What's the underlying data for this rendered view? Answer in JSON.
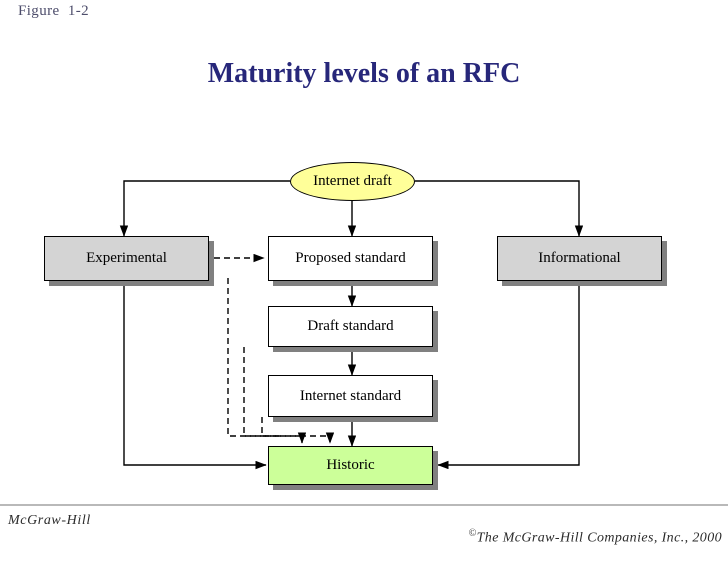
{
  "slide": {
    "figure_label": "Figure  1-2",
    "title": "Maturity levels of an RFC",
    "footer_left": "McGraw-Hill",
    "footer_copyright_symbol": "©",
    "footer_right": "The McGraw-Hill Companies, Inc., 2000"
  },
  "diagram": {
    "type": "flowchart",
    "nodes": [
      {
        "id": "internet-draft",
        "label": "Internet draft",
        "shape": "ellipse",
        "fill": "#ffff99"
      },
      {
        "id": "experimental",
        "label": "Experimental",
        "shape": "rect",
        "fill": "#d4d4d4"
      },
      {
        "id": "proposed-standard",
        "label": "Proposed standard",
        "shape": "rect",
        "fill": "#ffffff"
      },
      {
        "id": "informational",
        "label": "Informational",
        "shape": "rect",
        "fill": "#d4d4d4"
      },
      {
        "id": "draft-standard",
        "label": "Draft standard",
        "shape": "rect",
        "fill": "#ffffff"
      },
      {
        "id": "internet-standard",
        "label": "Internet standard",
        "shape": "rect",
        "fill": "#ffffff"
      },
      {
        "id": "historic",
        "label": "Historic",
        "shape": "rect",
        "fill": "#ccff99"
      }
    ],
    "edges": [
      {
        "from": "internet-draft",
        "to": "experimental",
        "style": "solid"
      },
      {
        "from": "internet-draft",
        "to": "proposed-standard",
        "style": "solid"
      },
      {
        "from": "internet-draft",
        "to": "informational",
        "style": "solid"
      },
      {
        "from": "experimental",
        "to": "proposed-standard",
        "style": "dashed"
      },
      {
        "from": "proposed-standard",
        "to": "draft-standard",
        "style": "solid"
      },
      {
        "from": "draft-standard",
        "to": "internet-standard",
        "style": "solid"
      },
      {
        "from": "internet-standard",
        "to": "historic",
        "style": "solid"
      },
      {
        "from": "proposed-standard",
        "to": "historic",
        "style": "dashed"
      },
      {
        "from": "draft-standard",
        "to": "historic",
        "style": "dashed"
      },
      {
        "from": "internet-standard",
        "to": "historic",
        "style": "dashed"
      },
      {
        "from": "experimental",
        "to": "historic",
        "style": "solid"
      },
      {
        "from": "informational",
        "to": "historic",
        "style": "solid"
      }
    ]
  }
}
